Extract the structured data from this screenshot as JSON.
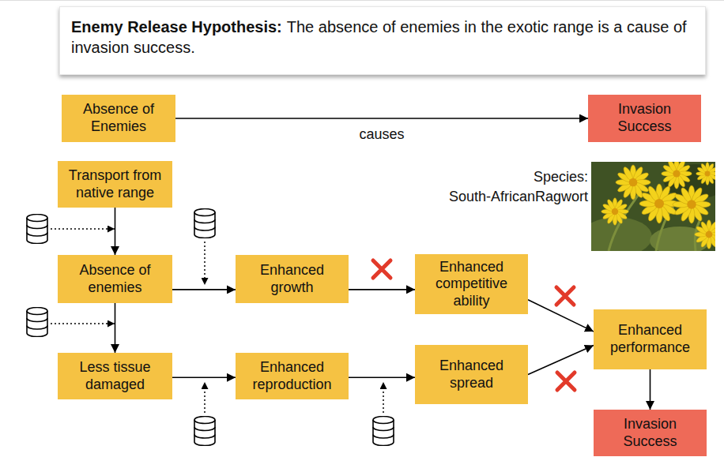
{
  "diagram": {
    "nodes": [
      {
        "text": [
          "Enemy Release Hypothesis:",
          "The absence of enemies in the exotic range is a cause of invasion success."
        ]
      },
      {
        "text": [
          "Absence of Enemies"
        ]
      },
      {
        "text": [
          "Invasion Success"
        ]
      },
      {
        "text": [
          "Transport from native range"
        ]
      },
      {
        "text": [
          "Absence of enemies"
        ]
      },
      {
        "text": [
          "Less tissue damaged"
        ]
      },
      {
        "text": [
          "Enhanced growth"
        ]
      },
      {
        "text": [
          "Enhanced competitive ability"
        ]
      },
      {
        "text": [
          "Enhanced reproduction"
        ]
      },
      {
        "text": [
          "Enhanced spread"
        ]
      },
      {
        "text": [
          "Enhanced performance"
        ]
      },
      {
        "text": [
          "Invasion Success"
        ]
      }
    ],
    "edges": [
      {
        "from": 1,
        "to": 2,
        "label": "causes",
        "arrow": "to"
      },
      {
        "from": 3,
        "to": 4,
        "arrow": "to"
      },
      {
        "from": 4,
        "to": 5,
        "arrow": "to"
      },
      {
        "from": 4,
        "to": 6,
        "arrow": "to"
      },
      {
        "from": 6,
        "to": 7,
        "arrow": "to"
      },
      {
        "from": 5,
        "to": 8,
        "arrow": "to"
      },
      {
        "from": 8,
        "to": 9,
        "arrow": "to"
      },
      {
        "from": 7,
        "to": 10,
        "arrow": "to"
      },
      {
        "from": 9,
        "to": 10,
        "arrow": "to"
      },
      {
        "from": 10,
        "to": 11,
        "arrow": "to"
      }
    ],
    "labels": [
      "Species:",
      "South-AfricanRagwort"
    ]
  }
}
